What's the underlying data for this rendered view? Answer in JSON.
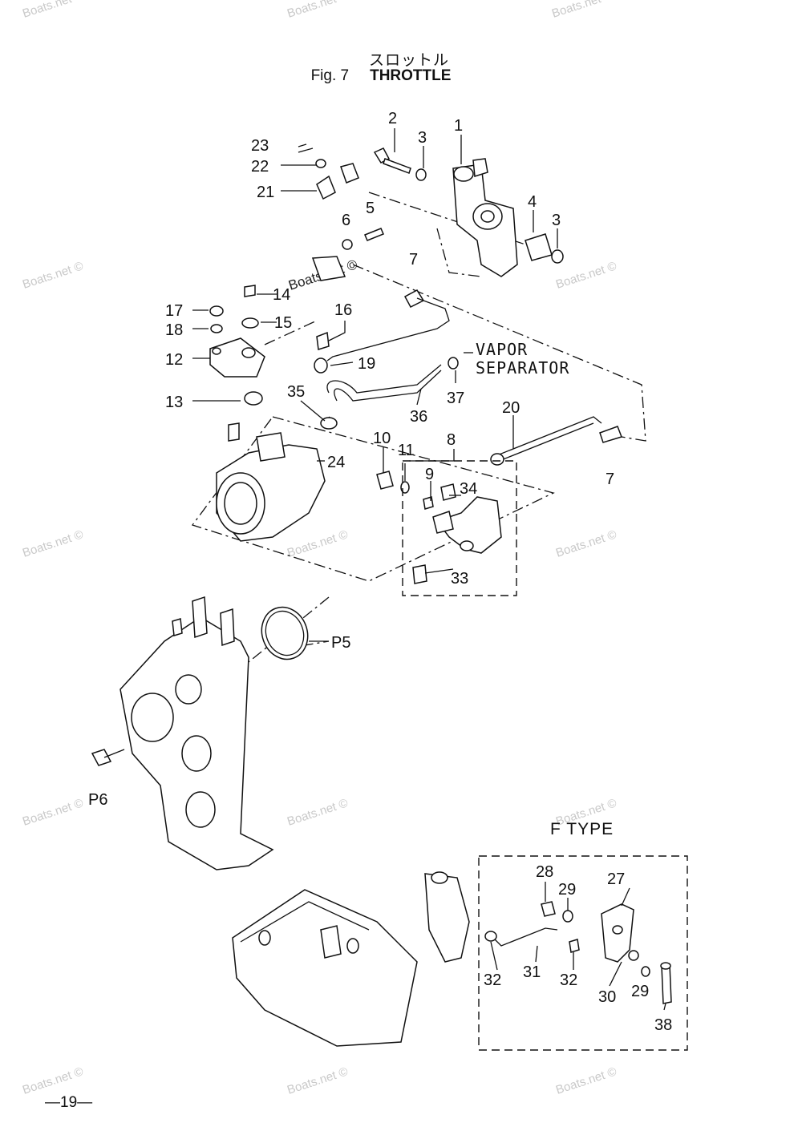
{
  "header": {
    "title_jp": "スロットル",
    "fig_label": "Fig. 7",
    "title_en": "THROTTLE"
  },
  "callouts": [
    "1",
    "2",
    "3",
    "3",
    "4",
    "5",
    "6",
    "7",
    "7",
    "8",
    "9",
    "10",
    "11",
    "12",
    "13",
    "14",
    "15",
    "16",
    "17",
    "18",
    "19",
    "20",
    "21",
    "22",
    "23",
    "24",
    "P5",
    "P6",
    "33",
    "34",
    "35",
    "36",
    "37",
    "27",
    "28",
    "29",
    "29",
    "30",
    "31",
    "32",
    "32",
    "38"
  ],
  "annotations": {
    "vapor_line1": "VAPOR",
    "vapor_line2": "SEPARATOR",
    "f_type": "F TYPE"
  },
  "watermarks": [
    "Boats.net ©",
    "Boats.net"
  ],
  "footer": {
    "page_number": "—19—"
  }
}
